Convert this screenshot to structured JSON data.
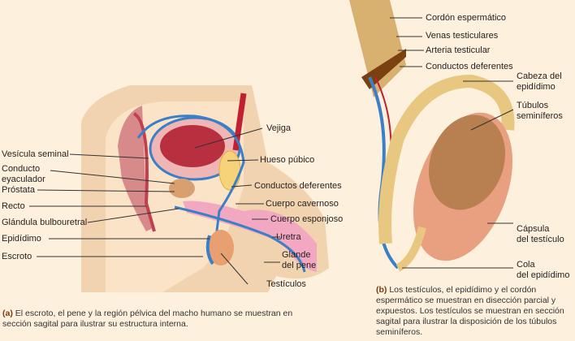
{
  "panel_a": {
    "labels": {
      "vejiga": "Vejiga",
      "vesicula": "Vesícula seminal",
      "hueso": "Hueso púbico",
      "conducto_eyac_1": "Conducto",
      "conducto_eyac_2": "eyaculador",
      "deferentes": "Conductos deferentes",
      "prostata": "Próstata",
      "cavernoso": "Cuerpo cavernoso",
      "recto": "Recto",
      "esponjoso": "Cuerpo esponjoso",
      "bulbouretral": "Glándula bulbouretral",
      "uretra": "Uretra",
      "epididimo": "Epidídimo",
      "glande_1": "Glande",
      "glande_2": "del pene",
      "escroto": "Escroto",
      "testiculos": "Testículos"
    },
    "caption_letter": "(a)",
    "caption": "El escroto, el pene y la región pélvica del macho humano se muestran en sección sagital para ilustrar su estructura interna."
  },
  "panel_b": {
    "labels": {
      "cordon": "Cordón espermático",
      "venas": "Venas testiculares",
      "arteria": "Arteria testicular",
      "deferentes": "Conductos deferentes",
      "cabeza_1": "Cabeza del",
      "cabeza_2": "epidídimo",
      "tubulos_1": "Túbulos",
      "tubulos_2": "seminíferos",
      "capsula_1": "Cápsula",
      "capsula_2": "del testículo",
      "cola_1": "Cola",
      "cola_2": "del epidídimo"
    },
    "caption_letter": "(b)",
    "caption": "Los testículos, el epidídimo y el cordón espermático se muestran en disección parcial y expuestos. Los testículos se muestran en sección sagital para ilustrar la disposición de los túbulos seminíferos."
  }
}
